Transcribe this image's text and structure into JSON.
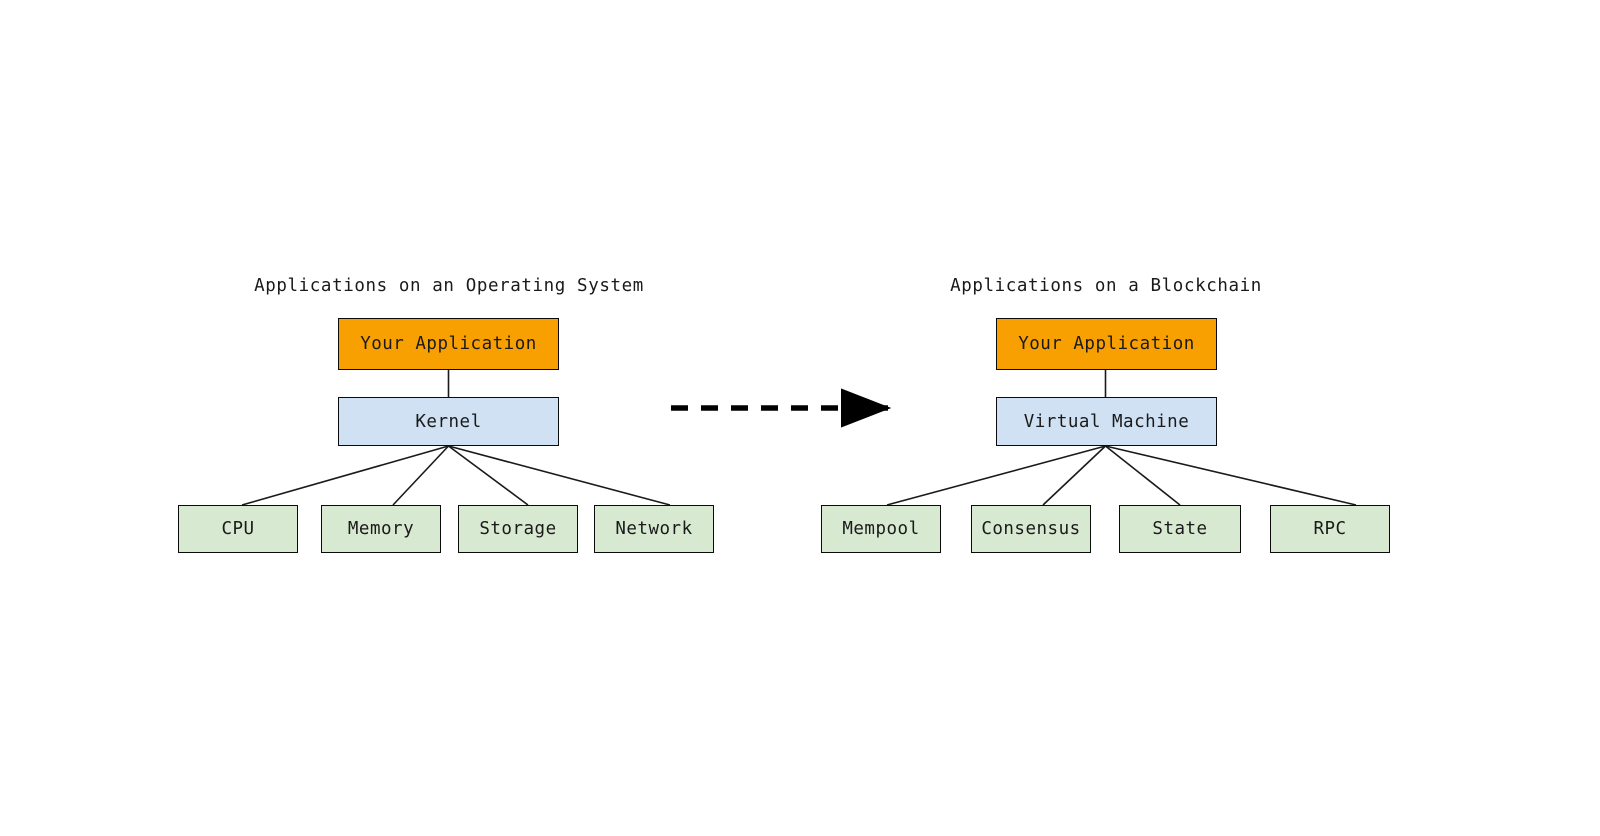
{
  "diagram": {
    "title_os": "Applications on an Operating System",
    "title_chain": "Applications on a Blockchain",
    "colors": {
      "application": "#f8a002",
      "engine": "#cfe1f2",
      "leaf": "#d8e9d1",
      "stroke": "#0b0b0b",
      "background": "#ffffff",
      "text": "#1a1a1a"
    },
    "arrow": {
      "style": "dashed",
      "direction": "left-to-right",
      "label": ""
    },
    "groups": [
      {
        "id": "operating-system",
        "title": "Applications on an Operating System",
        "application": "Your Application",
        "engine": "Kernel",
        "resources": [
          "CPU",
          "Memory",
          "Storage",
          "Network"
        ]
      },
      {
        "id": "blockchain",
        "title": "Applications on a Blockchain",
        "application": "Your Application",
        "engine": "Virtual Machine",
        "resources": [
          "Mempool",
          "Consensus",
          "State",
          "RPC"
        ]
      }
    ]
  }
}
